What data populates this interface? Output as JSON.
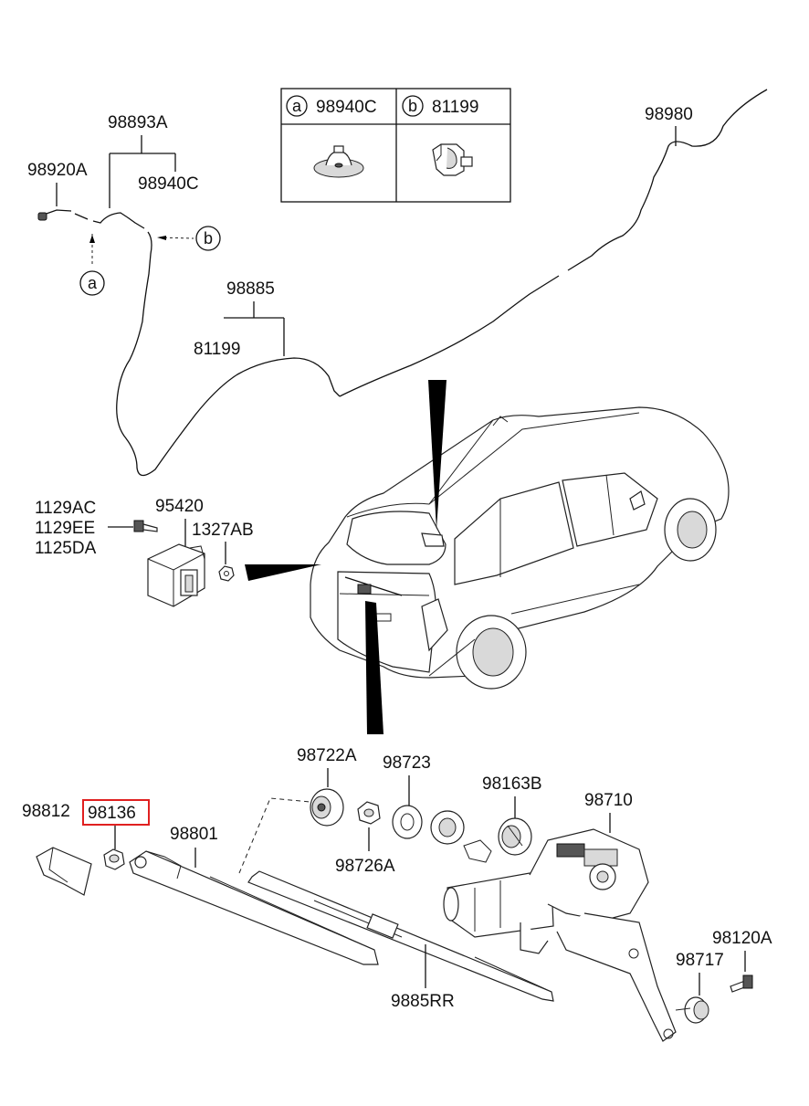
{
  "legend": {
    "a": {
      "letter": "a",
      "part": "98940C"
    },
    "b": {
      "letter": "b",
      "part": "81199"
    }
  },
  "labels": {
    "p98893A": "98893A",
    "p98920A": "98920A",
    "p98940C": "98940C",
    "p98980": "98980",
    "p98885": "98885",
    "p81199": "81199",
    "p1129AC": "1129AC",
    "p1129EE": "1129EE",
    "p1125DA": "1125DA",
    "p95420": "95420",
    "p1327AB": "1327AB",
    "p98722A": "98722A",
    "p98723": "98723",
    "p98163B": "98163B",
    "p98710": "98710",
    "p98812": "98812",
    "p98136": "98136",
    "p98801": "98801",
    "p98726A": "98726A",
    "p98120A": "98120A",
    "p98717": "98717",
    "p9885RR": "9885RR"
  },
  "callouts": {
    "a": "a",
    "b": "b"
  },
  "highlight_color": "#e02020"
}
